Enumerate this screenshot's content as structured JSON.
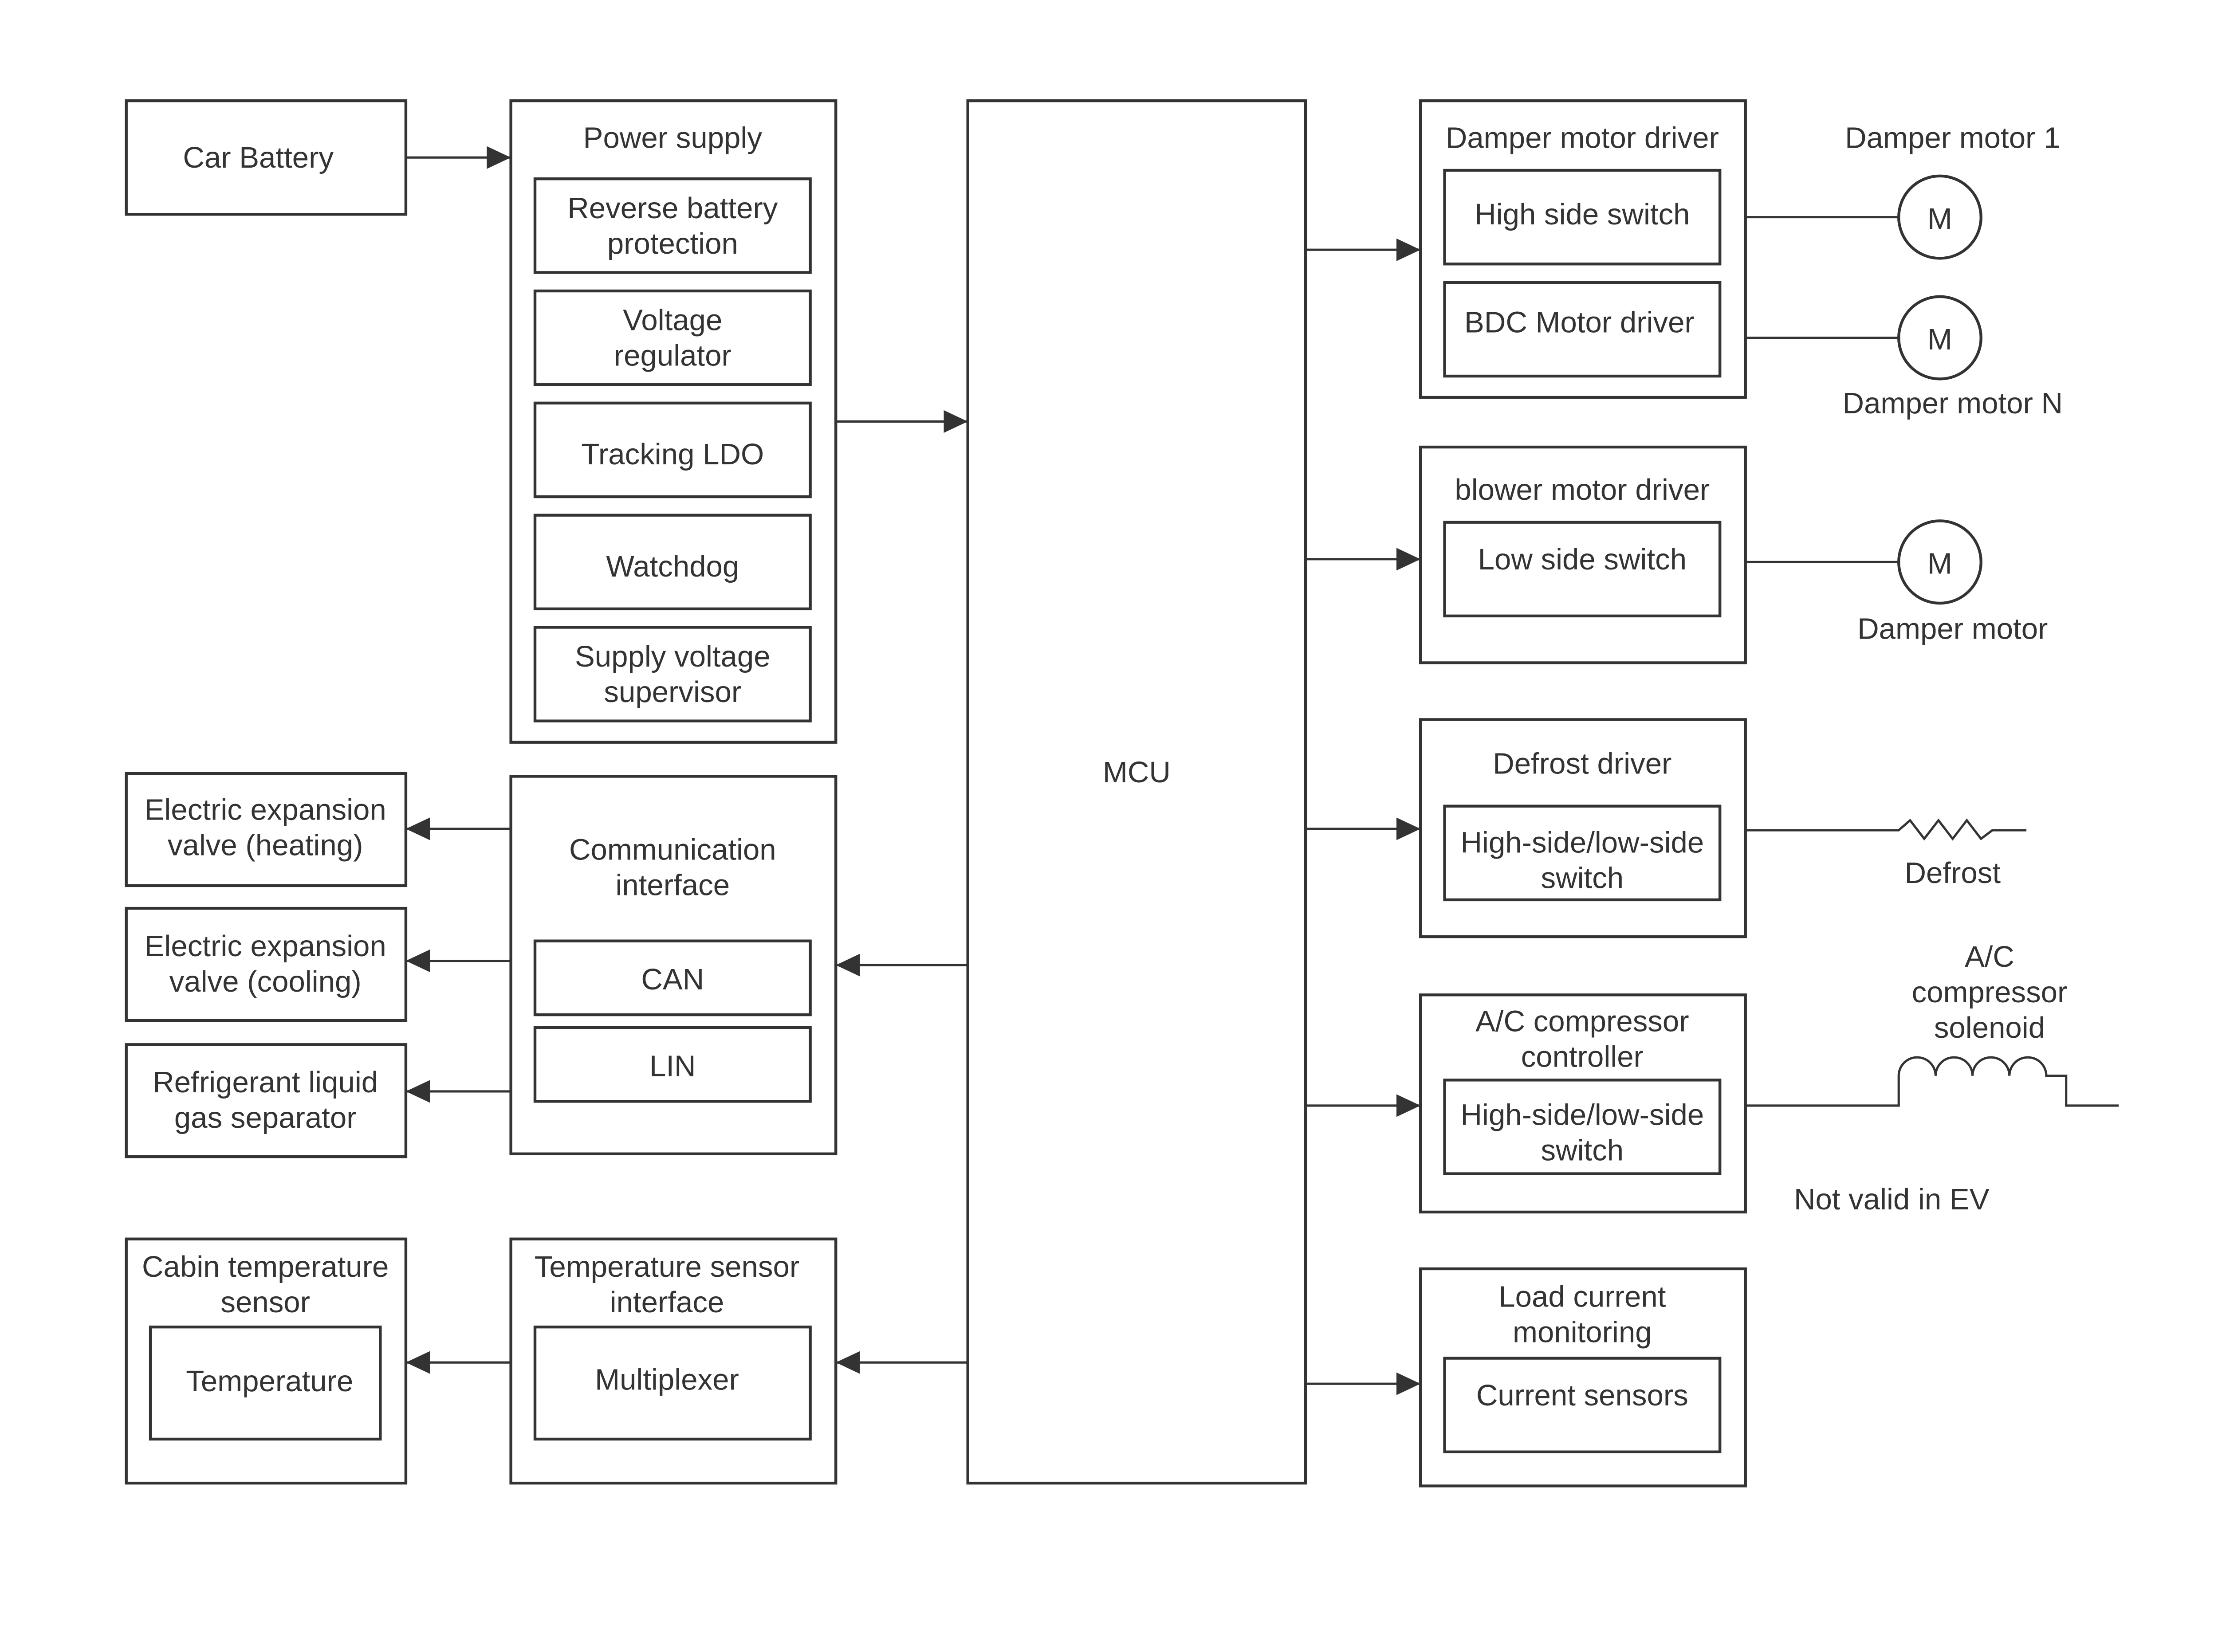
{
  "blocks": {
    "car_battery": "Car Battery",
    "power_supply": {
      "title": "Power supply",
      "items": [
        "Reverse battery|protection",
        "Voltage|regulator",
        "Tracking LDO",
        "Watchdog",
        "Supply voltage|supervisor"
      ]
    },
    "comm_interface": {
      "title": "Communication|interface",
      "items": [
        "CAN",
        "LIN"
      ]
    },
    "eev_heating": "Electric expansion|valve (heating)",
    "eev_cooling": "Electric expansion|valve (cooling)",
    "refrigerant_separator": "Refrigerant liquid|gas separator",
    "cabin_sensor": {
      "title": "Cabin temperature|sensor",
      "item": "Temperature"
    },
    "temp_interface": {
      "title": "Temperature sensor|interface",
      "item": "Multiplexer"
    },
    "mcu": "MCU",
    "damper_driver": {
      "title": "Damper motor driver",
      "items": [
        "High side switch",
        "BDC Motor driver"
      ]
    },
    "blower_driver": {
      "title": "blower motor driver",
      "item": "Low side switch"
    },
    "defrost_driver": {
      "title": "Defrost driver",
      "item": "High-side/low-side|switch"
    },
    "ac_controller": {
      "title": "A/C compressor|controller",
      "item": "High-side/low-side|switch"
    },
    "load_monitor": {
      "title": "Load current|monitoring",
      "item": "Current sensors"
    }
  },
  "loads": {
    "motor_symbol": "M",
    "damper_motor_1": "Damper motor 1",
    "damper_motor_n": "Damper motor N",
    "damper_motor": "Damper motor",
    "defrost": "Defrost",
    "ac_solenoid": "A/C|compressor|solenoid",
    "not_valid": "Not valid in EV"
  },
  "style": {
    "line_color": "#333333",
    "text_color": "#333333",
    "background": "#ffffff"
  }
}
